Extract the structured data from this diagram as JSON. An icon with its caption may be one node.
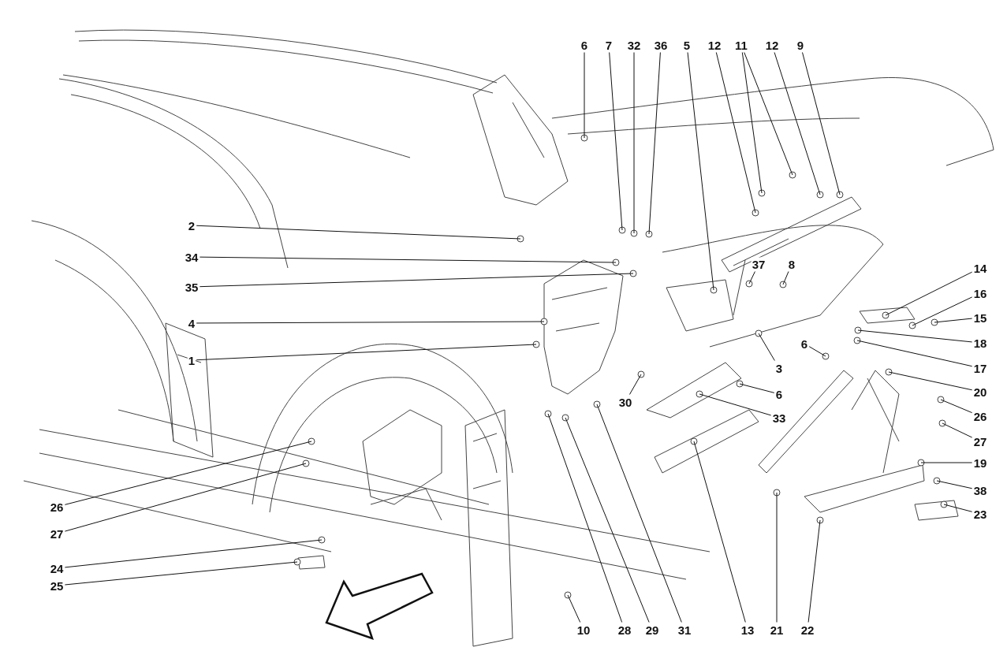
{
  "diagram": {
    "nodes": [
      {
        "text": [
          "6"
        ]
      },
      {
        "text": [
          "7"
        ]
      },
      {
        "text": [
          "32"
        ]
      },
      {
        "text": [
          "36"
        ]
      },
      {
        "text": [
          "5"
        ]
      },
      {
        "text": [
          "12"
        ]
      },
      {
        "text": [
          "11"
        ]
      },
      {
        "text": [
          "12"
        ]
      },
      {
        "text": [
          "9"
        ]
      },
      {
        "text": [
          "2"
        ]
      },
      {
        "text": [
          "34"
        ]
      },
      {
        "text": [
          "35"
        ]
      },
      {
        "text": [
          "4"
        ]
      },
      {
        "text": [
          "1"
        ]
      },
      {
        "text": [
          "37"
        ]
      },
      {
        "text": [
          "8"
        ]
      },
      {
        "text": [
          "14"
        ]
      },
      {
        "text": [
          "16"
        ]
      },
      {
        "text": [
          "15"
        ]
      },
      {
        "text": [
          "18"
        ]
      },
      {
        "text": [
          "17"
        ]
      },
      {
        "text": [
          "3"
        ]
      },
      {
        "text": [
          "6"
        ]
      },
      {
        "text": [
          "20"
        ]
      },
      {
        "text": [
          "30"
        ]
      },
      {
        "text": [
          "6"
        ]
      },
      {
        "text": [
          "33"
        ]
      },
      {
        "text": [
          "26"
        ]
      },
      {
        "text": [
          "27"
        ]
      },
      {
        "text": [
          "19"
        ]
      },
      {
        "text": [
          "38"
        ]
      },
      {
        "text": [
          "23"
        ]
      },
      {
        "text": [
          "26"
        ]
      },
      {
        "text": [
          "27"
        ]
      },
      {
        "text": [
          "24"
        ]
      },
      {
        "text": [
          "25"
        ]
      },
      {
        "text": [
          "10"
        ]
      },
      {
        "text": [
          "28"
        ]
      },
      {
        "text": [
          "29"
        ]
      },
      {
        "text": [
          "31"
        ]
      },
      {
        "text": [
          "13"
        ]
      },
      {
        "text": [
          "21"
        ]
      },
      {
        "text": [
          "22"
        ]
      }
    ],
    "edges": [
      {
        "from": 0,
        "to": null,
        "arrow": "none"
      },
      {
        "from": 1,
        "to": null,
        "arrow": "none"
      },
      {
        "from": 2,
        "to": null,
        "arrow": "none"
      },
      {
        "from": 3,
        "to": null,
        "arrow": "none"
      },
      {
        "from": 4,
        "to": null,
        "arrow": "none"
      },
      {
        "from": 5,
        "to": null,
        "arrow": "none"
      },
      {
        "from": 6,
        "to": null,
        "arrow": "none"
      },
      {
        "from": 6,
        "to": null,
        "arrow": "none"
      },
      {
        "from": 7,
        "to": null,
        "arrow": "none"
      },
      {
        "from": 8,
        "to": null,
        "arrow": "none"
      },
      {
        "from": 9,
        "to": null,
        "arrow": "none"
      },
      {
        "from": 10,
        "to": null,
        "arrow": "none"
      },
      {
        "from": 11,
        "to": null,
        "arrow": "none"
      },
      {
        "from": 12,
        "to": null,
        "arrow": "none"
      },
      {
        "from": 13,
        "to": null,
        "arrow": "none"
      },
      {
        "from": 14,
        "to": null,
        "arrow": "none"
      },
      {
        "from": 15,
        "to": null,
        "arrow": "none"
      },
      {
        "from": 16,
        "to": null,
        "arrow": "none"
      },
      {
        "from": 17,
        "to": null,
        "arrow": "none"
      },
      {
        "from": 18,
        "to": null,
        "arrow": "none"
      },
      {
        "from": 19,
        "to": null,
        "arrow": "none"
      },
      {
        "from": 20,
        "to": null,
        "arrow": "none"
      },
      {
        "from": 21,
        "to": null,
        "arrow": "none"
      },
      {
        "from": 22,
        "to": null,
        "arrow": "none"
      },
      {
        "from": 23,
        "to": null,
        "arrow": "none"
      },
      {
        "from": 24,
        "to": null,
        "arrow": "none"
      },
      {
        "from": 25,
        "to": null,
        "arrow": "none"
      },
      {
        "from": 26,
        "to": null,
        "arrow": "none"
      },
      {
        "from": 27,
        "to": null,
        "arrow": "none"
      },
      {
        "from": 28,
        "to": null,
        "arrow": "none"
      },
      {
        "from": 29,
        "to": null,
        "arrow": "none"
      },
      {
        "from": 30,
        "to": null,
        "arrow": "none"
      },
      {
        "from": 31,
        "to": null,
        "arrow": "none"
      },
      {
        "from": 32,
        "to": null,
        "arrow": "none"
      },
      {
        "from": 33,
        "to": null,
        "arrow": "none"
      },
      {
        "from": 34,
        "to": null,
        "arrow": "none"
      },
      {
        "from": 35,
        "to": null,
        "arrow": "none"
      },
      {
        "from": 36,
        "to": null,
        "arrow": "none"
      },
      {
        "from": 37,
        "to": null,
        "arrow": "none"
      },
      {
        "from": 38,
        "to": null,
        "arrow": "none"
      },
      {
        "from": 39,
        "to": null,
        "arrow": "none"
      },
      {
        "from": 40,
        "to": null,
        "arrow": "none"
      },
      {
        "from": 41,
        "to": null,
        "arrow": "none"
      },
      {
        "from": 42,
        "to": null,
        "arrow": "none"
      }
    ]
  }
}
